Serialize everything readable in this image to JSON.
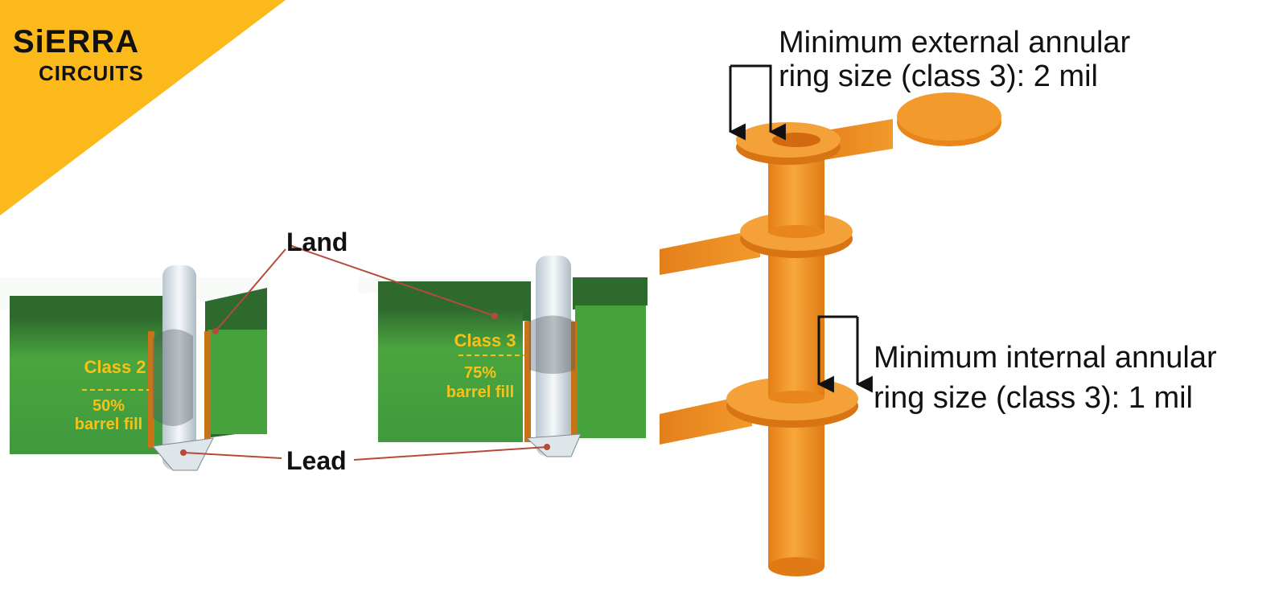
{
  "brand": {
    "line1": "SiERRA",
    "line2": "CIRCUITS",
    "accent": "#fbb91c"
  },
  "labels": {
    "land": "Land",
    "lead": "Lead",
    "class2": "Class 2",
    "class2_fill": "50%",
    "class2_fill_text": "barrel fill",
    "class3": "Class 3",
    "class3_fill": "75%",
    "class3_fill_text": "barrel fill",
    "external_line1": "Minimum external annular",
    "external_line2": "ring size (class 3): 2 mil",
    "internal_line1": "Minimum internal annular",
    "internal_line2": "ring size (class 3): 1 mil"
  },
  "colors": {
    "copper": "#f0901f",
    "board": "#3f9a3d",
    "fill_text": "#f7c117",
    "leader": "#b54a3a"
  }
}
